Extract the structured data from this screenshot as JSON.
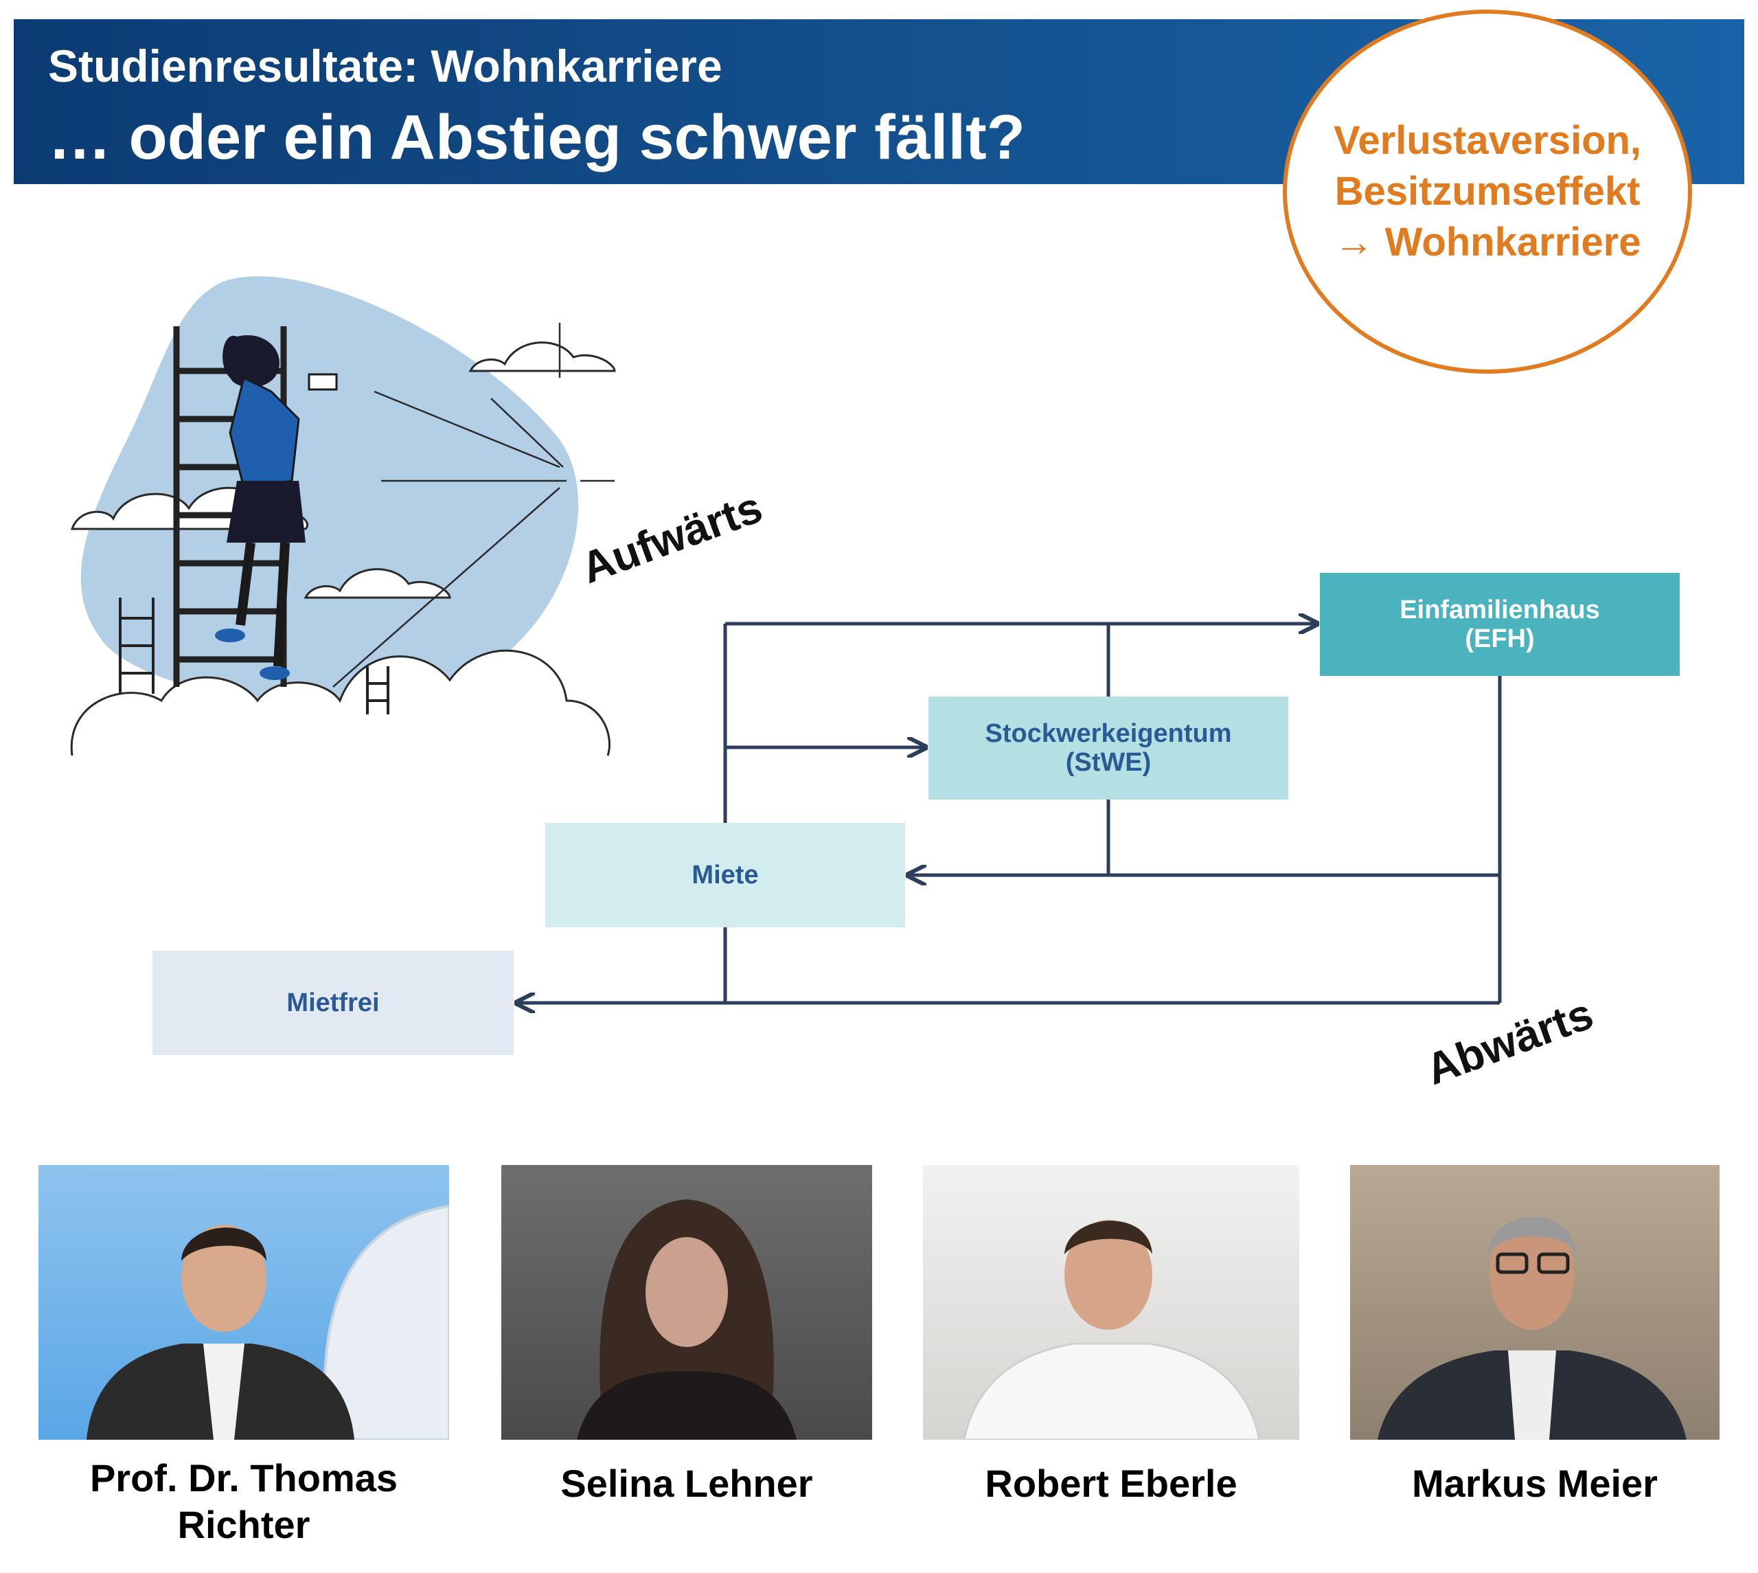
{
  "header": {
    "subtitle": "Studienresultate: Wohnkarriere",
    "title": "… oder ein Abstieg schwer fällt?"
  },
  "callout": {
    "line1": "Verlustaversion,",
    "line2": "Besitzumseffekt",
    "line3": "→ Wohnkarriere"
  },
  "diagram": {
    "up_label": "Aufwärts",
    "down_label": "Abwärts",
    "nodes": {
      "efh": {
        "line1": "Einfamilienhaus",
        "line2": "(EFH)"
      },
      "stwe": {
        "line1": "Stockwerkeigentum",
        "line2": "(StWE)"
      },
      "miete": {
        "line1": "Miete"
      },
      "mietfrei": {
        "line1": "Mietfrei"
      }
    },
    "edges": [
      {
        "from": "Miete",
        "to": "Einfamilienhaus (EFH)",
        "direction": "up"
      },
      {
        "from": "Miete",
        "to": "Stockwerkeigentum (StWE)",
        "direction": "up"
      },
      {
        "from": "Einfamilienhaus (EFH)",
        "to": "Miete",
        "direction": "down"
      },
      {
        "from": "Stockwerkeigentum (StWE)",
        "to": "Miete",
        "direction": "down"
      },
      {
        "from": "Einfamilienhaus (EFH)",
        "to": "Mietfrei",
        "direction": "down"
      },
      {
        "from": "Miete",
        "to": "Mietfrei",
        "direction": "down"
      }
    ]
  },
  "speakers": [
    {
      "line1": "Prof. Dr. Thomas",
      "line2": "Richter"
    },
    {
      "line1": "Selina Lehner"
    },
    {
      "line1": "Robert Eberle"
    },
    {
      "line1": "Markus Meier"
    }
  ],
  "colors": {
    "banner": "#14528f",
    "accent_orange": "#e07b1f",
    "efh_box": "#4ab3be",
    "stwe_box": "#b4e0e4",
    "miete_box": "#d3ecf0",
    "mietfrei_box": "#e3e9f2",
    "node_text": "#2a5a94",
    "arrow": "#2c3e5c"
  }
}
